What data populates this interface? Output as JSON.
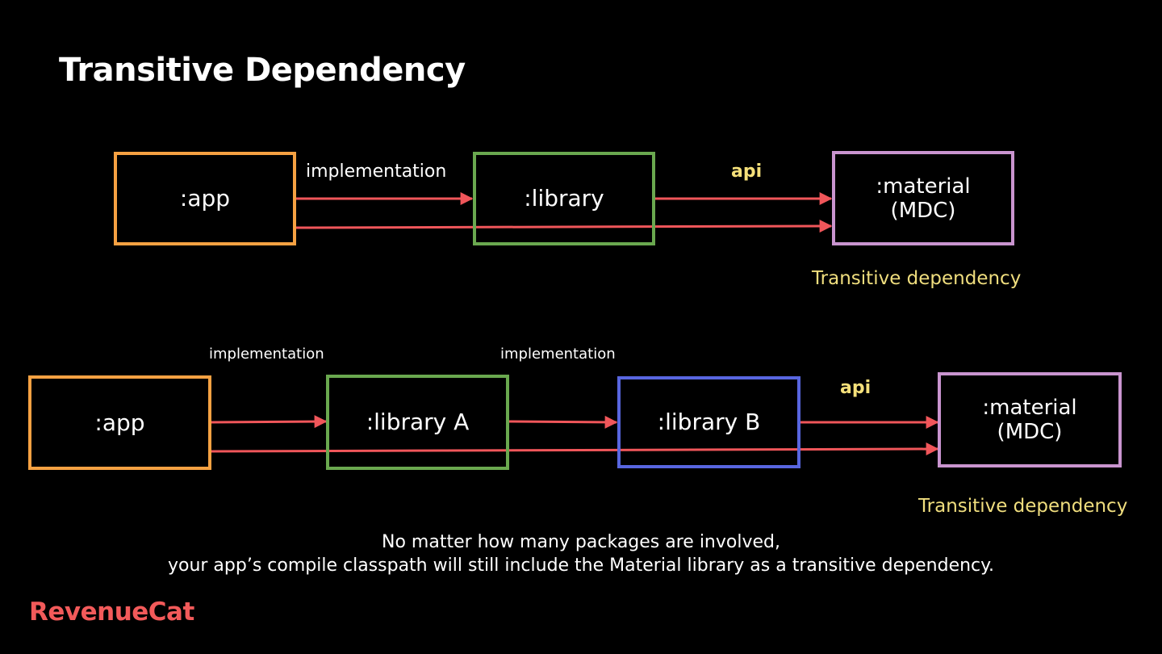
{
  "title": "Transitive Dependency",
  "colors": {
    "app": "#f5a142",
    "library": "#6aa84f",
    "library_b": "#5866e0",
    "material": "#c994cf",
    "arrow": "#f0565a",
    "api_label": "#f5e07a",
    "note": "#f0de7e",
    "logo": "#f25a5a"
  },
  "diagram1": {
    "boxes": {
      "app": ":app",
      "library": ":library",
      "material": ":material\n(MDC)"
    },
    "labels": {
      "implementation": "implementation",
      "api": "api"
    },
    "note": "Transitive dependency"
  },
  "diagram2": {
    "boxes": {
      "app": ":app",
      "library_a": ":library A",
      "library_b": ":library B",
      "material": ":material\n(MDC)"
    },
    "labels": {
      "implementation_1": "implementation",
      "implementation_2": "implementation",
      "api": "api"
    },
    "note": "Transitive dependency"
  },
  "caption": {
    "line1": "No matter how many packages are involved,",
    "line2": "your app’s compile classpath will still include the Material library as a transitive dependency."
  },
  "logo": "RevenueCat"
}
